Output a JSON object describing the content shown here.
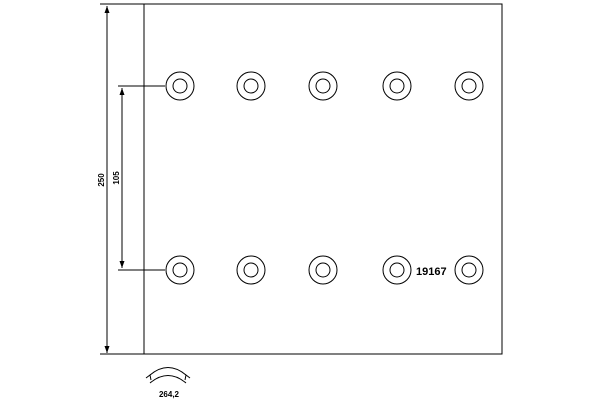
{
  "drawing": {
    "dimension_height": "250",
    "dimension_hole_spacing": "105",
    "dimension_arc": "264,2",
    "part_number": "19167"
  },
  "holes": {
    "rows": 2,
    "columns": 5
  }
}
